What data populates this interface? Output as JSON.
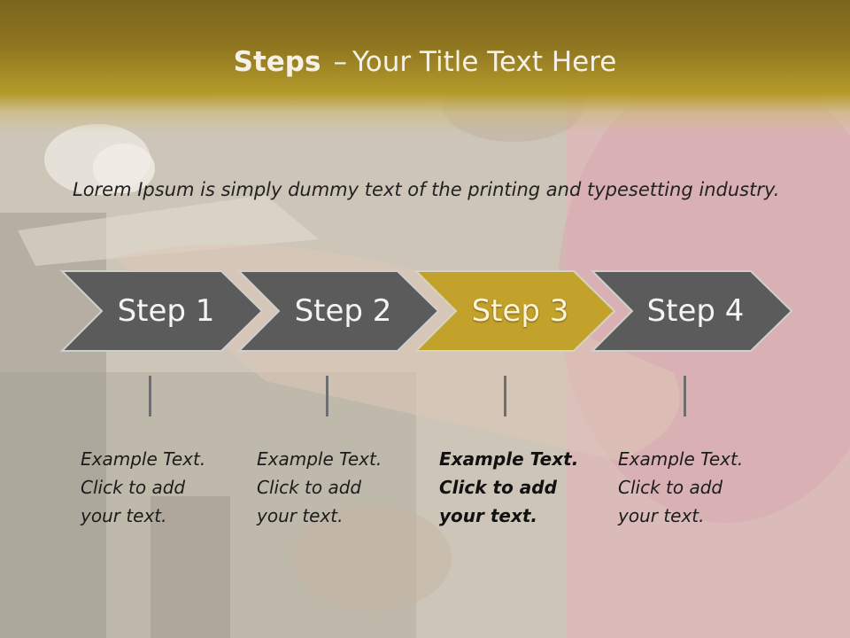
{
  "header": {
    "title_bold": "Steps",
    "title_sep": "–",
    "title_rest": "Your Title Text Here"
  },
  "intro": "Lorem Ipsum is simply dummy text of the printing and typesetting industry.",
  "colors": {
    "header_gold": "#b59a2a",
    "step_gray": "#5b5b5b",
    "step_active": "#c3a22c"
  },
  "steps": [
    {
      "label": "Step 1",
      "active": false,
      "text": "Example Text.\nClick  to add\nyour text."
    },
    {
      "label": "Step 2",
      "active": false,
      "text": "Example Text.\nClick  to add\nyour text."
    },
    {
      "label": "Step 3",
      "active": true,
      "text": "Example Text.\nClick  to add\nyour text."
    },
    {
      "label": "Step 4",
      "active": false,
      "text": "Example Text.\nClick  to add\nyour text."
    }
  ]
}
